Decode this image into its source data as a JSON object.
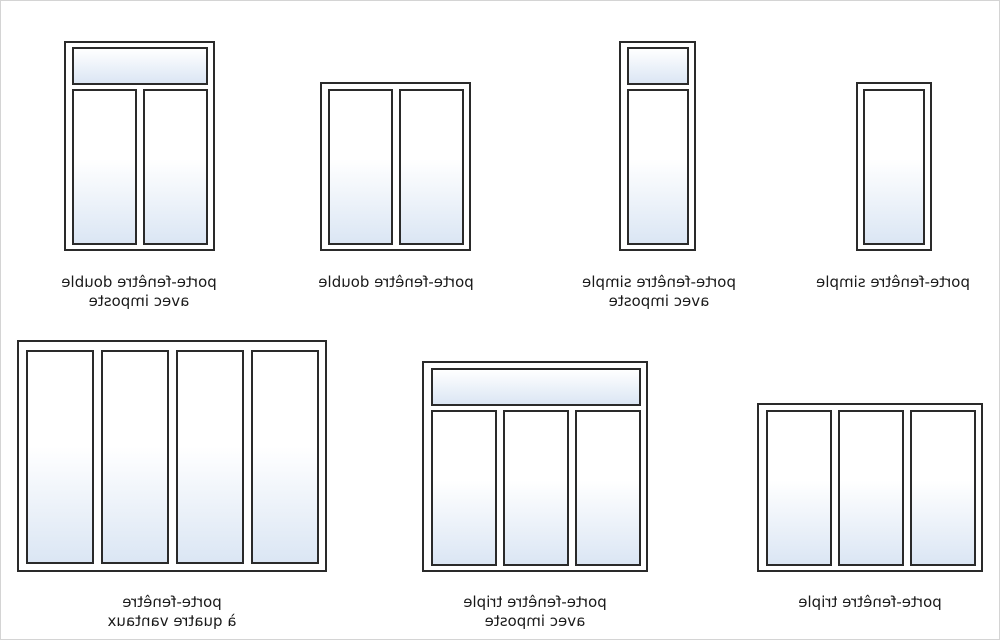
{
  "diagram": {
    "items": [
      {
        "id": "double-imposte",
        "line1": "porte-fenêtre double",
        "line2": "avec imposte"
      },
      {
        "id": "double",
        "line1": "porte-fenêtre double",
        "line2": ""
      },
      {
        "id": "simple-imposte",
        "line1": "porte-fenêtre simple",
        "line2": "avec imposte"
      },
      {
        "id": "simple",
        "line1": "porte-fenêtre simple",
        "line2": ""
      },
      {
        "id": "quatre",
        "line1": "porte-fenêtre",
        "line2": "à quatre vantaux"
      },
      {
        "id": "triple-imposte",
        "line1": "porte-fenêtre triple",
        "line2": "avec imposte"
      },
      {
        "id": "triple",
        "line1": "porte-fenêtre triple",
        "line2": ""
      }
    ],
    "colors": {
      "frame": "#2a2a2a",
      "glass_top": "#ffffff",
      "glass_bottom": "#dbe6f4",
      "text": "#1a1a1a"
    }
  }
}
